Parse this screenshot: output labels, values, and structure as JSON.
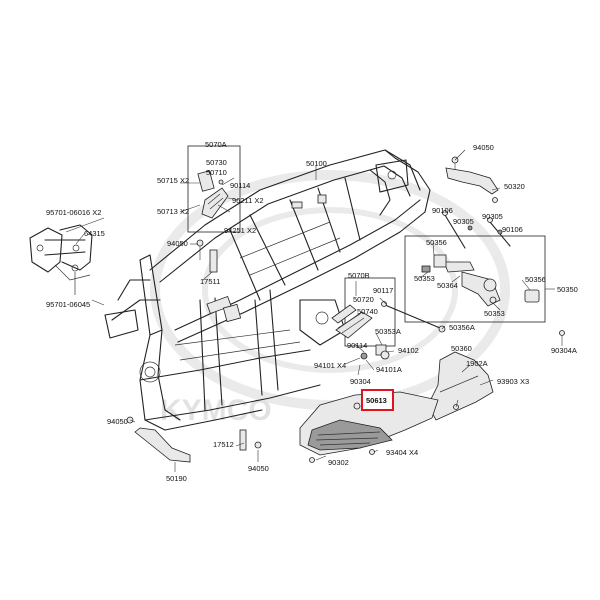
{
  "labels": {
    "p50070A": "5070A",
    "p50730": "50730",
    "p50710": "50710",
    "p90114a": "90114",
    "p50715": "50715 X2",
    "p50713": "50713 X2",
    "p96211": "96211 X2",
    "p94251": "94251 X2",
    "p50100": "50100",
    "p94050a": "94050",
    "p50320": "50320",
    "p95701_06016": "95701-06016 X2",
    "p64315": "64315",
    "p94050b": "94050",
    "p17511": "17511",
    "p95701_06045": "95701-06045",
    "p90106a": "90106",
    "p90305a": "90305",
    "p90305b": "90305",
    "p90106b": "90106",
    "p50356a": "50356",
    "p50353a": "50353",
    "p50364": "50364",
    "p50356b": "50356",
    "p50353b": "50353",
    "p50350": "50350",
    "p5070B": "5070B",
    "p50720": "50720",
    "p50740": "50740",
    "p90117": "90117",
    "p50356A": "50356A",
    "p50353A": "50353A",
    "p90114b": "90114",
    "p94102": "94102",
    "p50360": "50360",
    "p94101_x4": "94101 X4",
    "p94101A": "94101A",
    "p90304": "90304",
    "p90304A": "90304A",
    "p1902A": "1902A",
    "p93903": "93903  X3",
    "p50613": "50613",
    "p94050c": "94050",
    "p50190": "50190",
    "p17512": "17512",
    "p94050d": "94050",
    "p90302": "90302",
    "p93404": "93404  X4"
  },
  "watermark": "KYMCO",
  "highlight_color": "#e0141e"
}
